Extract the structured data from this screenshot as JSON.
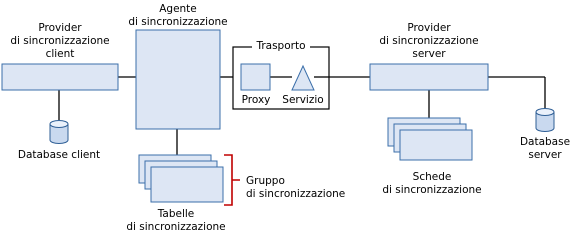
{
  "labels": {
    "client_provider": [
      "Provider",
      "di sincronizzazione",
      "client"
    ],
    "agent": [
      "Agente",
      "di sincronizzazione"
    ],
    "transport": "Trasporto",
    "server_provider": [
      "Provider",
      "di sincronizzazione",
      "server"
    ],
    "proxy": "Proxy",
    "service": "Servizio",
    "client_db": "Database client",
    "server_db": [
      "Database",
      "server"
    ],
    "server_tables": [
      "Schede",
      "di sincronizzazione"
    ],
    "sync_group": [
      "Gruppo",
      "di sincronizzazione"
    ],
    "client_tables": [
      "Tabelle",
      "di sincronizzazione"
    ]
  },
  "colors": {
    "box_fill": "#dde6f4",
    "box_stroke": "#3b6faa",
    "line": "#000000",
    "bracket": "#c00000",
    "db_fill": "#c9d9ef"
  }
}
